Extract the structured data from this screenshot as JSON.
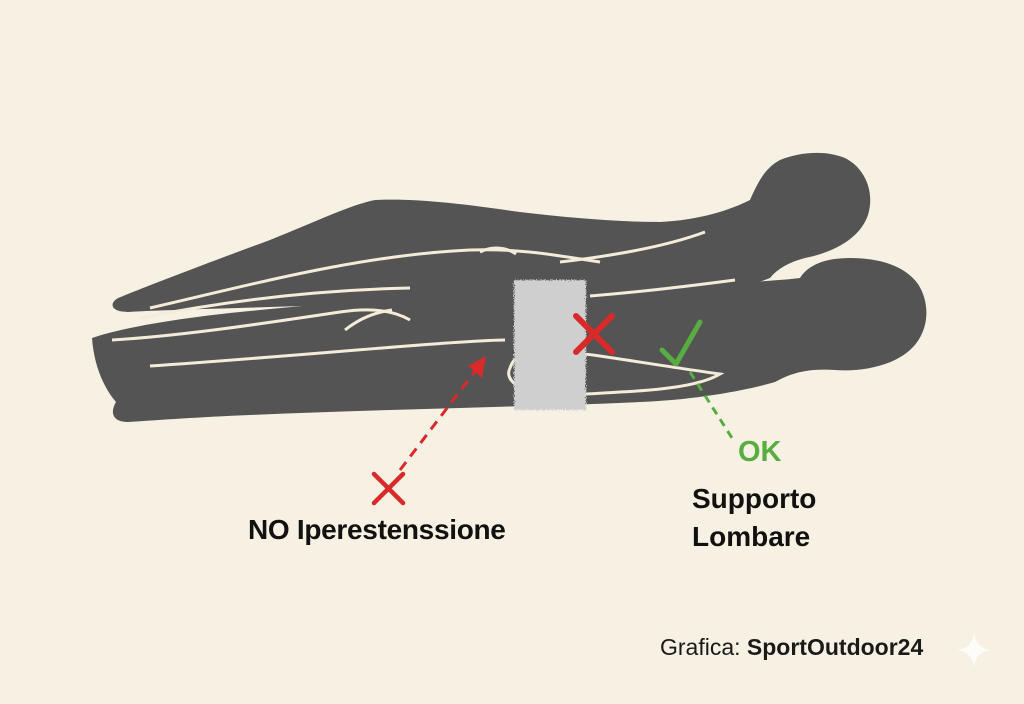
{
  "labels": {
    "no_hyperextension": "NO Iperestenssione",
    "ok": "OK",
    "support_line1": "Supporto",
    "support_line2": "Lombare"
  },
  "credit": {
    "prefix": "Grafica:",
    "brand": "SportOutdoor24"
  },
  "colors": {
    "background": "#f6f1e2",
    "figure": "#545454",
    "figure_outline": "#f4ecd8",
    "wrong": "#d92a2a",
    "correct": "#57ad3f",
    "cushion": "#cfcfcf"
  },
  "icons": {
    "wrong_mark": "cross-icon",
    "correct_mark": "check-icon",
    "watermark": "sparkle-icon"
  }
}
